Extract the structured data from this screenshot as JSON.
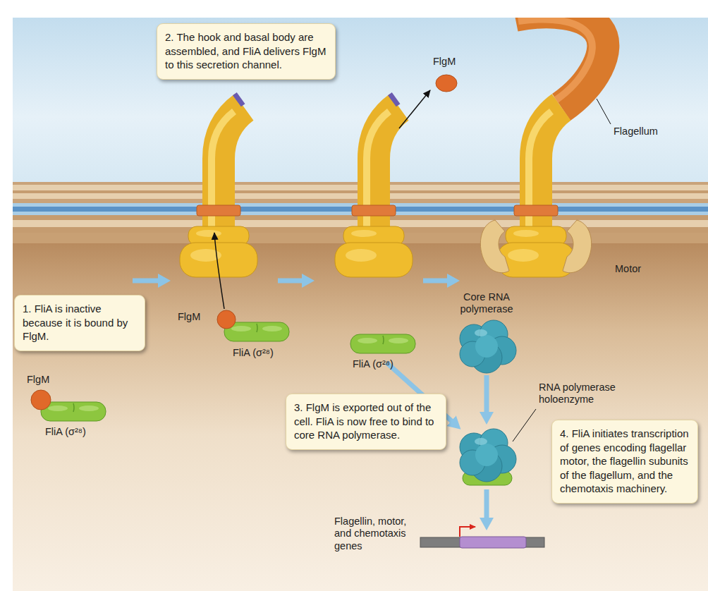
{
  "diagram": {
    "nodes": [
      {
        "text": [
          "1. FliA is inactive because it is bound by FlgM."
        ]
      },
      {
        "text": [
          "2. The hook and basal body are assembled, and FliA delivers FlgM to this secretion channel."
        ]
      },
      {
        "text": [
          "3. FlgM is exported out of the cell. FliA is now free to bind to core RNA polymerase."
        ]
      },
      {
        "text": [
          "4. FliA initiates transcription of genes encoding flagellar motor, the flagellin subunits of the flagellum, and the chemotaxis machinery."
        ]
      }
    ],
    "labels": [
      "FlgM",
      "Flagellum",
      "Motor",
      "FlgM",
      "FliA (σ²⁸)",
      "Core RNA polymerase",
      "FliA (σ²⁸)",
      "RNA polymerase holoenzyme",
      "FlgM",
      "FliA (σ²⁸)",
      "Flagellin, motor, and chemotaxis genes"
    ]
  }
}
